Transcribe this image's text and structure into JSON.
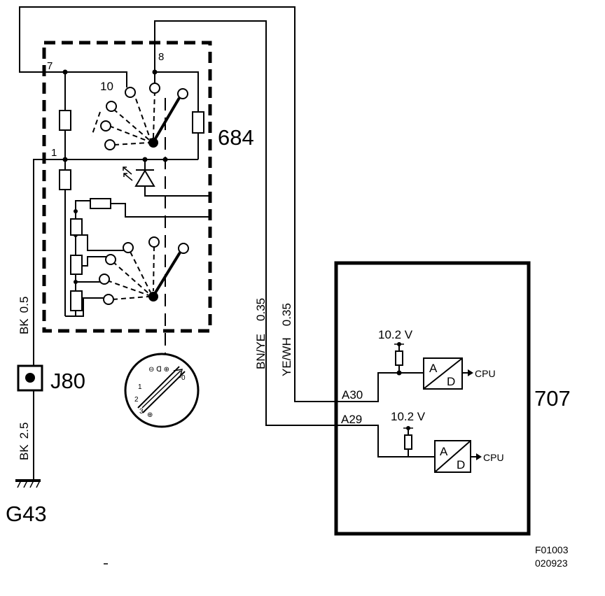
{
  "components": {
    "switch": "684",
    "control_module": "707",
    "connector": "J80",
    "ground": "G43"
  },
  "pins": {
    "p7": "7",
    "p8": "8",
    "p10": "10",
    "p1": "1",
    "a30": "A30",
    "a29": "A29"
  },
  "wires": {
    "bk_color_1": "BK",
    "bk_size_1": "0.5",
    "bk_color_2": "BK",
    "bk_size_2": "2.5",
    "bnye_color": "BN/YE",
    "bnye_size": "0.35",
    "yewh_color": "YE/WH",
    "yewh_size": "0.35"
  },
  "module": {
    "voltage_1": "10.2 V",
    "voltage_2": "10.2 V",
    "adc_a": "A",
    "adc_d": "D",
    "cpu_1": "CPU",
    "cpu_2": "CPU"
  },
  "knob": {
    "pos0": "0",
    "pos1": "1",
    "pos2": "2",
    "pos3": "3"
  },
  "footer": {
    "figure_id": "F01003",
    "date_code": "020923"
  }
}
